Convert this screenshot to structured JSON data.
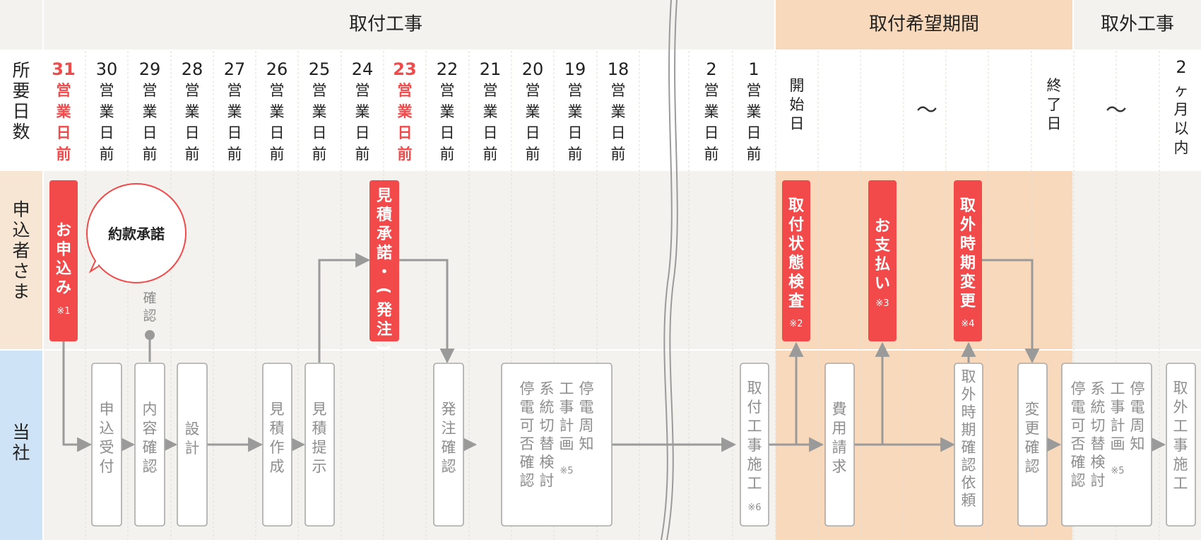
{
  "phases": {
    "install": "取付工事",
    "desired": "取付希望期間",
    "removal": "取外工事"
  },
  "rows": {
    "days": "所要日数",
    "customer": "申込者さま",
    "company": "当社"
  },
  "columns": [
    {
      "num": "31",
      "label": "営業日前",
      "highlight": true
    },
    {
      "num": "30",
      "label": "営業日前",
      "highlight": false
    },
    {
      "num": "29",
      "label": "営業日前",
      "highlight": false
    },
    {
      "num": "28",
      "label": "営業日前",
      "highlight": false
    },
    {
      "num": "27",
      "label": "営業日前",
      "highlight": false
    },
    {
      "num": "26",
      "label": "営業日前",
      "highlight": false
    },
    {
      "num": "25",
      "label": "営業日前",
      "highlight": false
    },
    {
      "num": "24",
      "label": "営業日前",
      "highlight": false
    },
    {
      "num": "23",
      "label": "営業日前",
      "highlight": true
    },
    {
      "num": "22",
      "label": "営業日前",
      "highlight": false
    },
    {
      "num": "21",
      "label": "営業日前",
      "highlight": false
    },
    {
      "num": "20",
      "label": "営業日前",
      "highlight": false
    },
    {
      "num": "19",
      "label": "営業日前",
      "highlight": false
    },
    {
      "num": "18",
      "label": "営業日前",
      "highlight": false
    },
    {
      "num": "2",
      "label": "営業日前",
      "highlight": false
    },
    {
      "num": "1",
      "label": "営業日前",
      "highlight": false
    }
  ],
  "period": {
    "start": "開始日",
    "tilde": "〜",
    "end": "終了日",
    "tilde2": "〜",
    "within_num": "2",
    "within_label": "ヶ月以内"
  },
  "customer_steps": {
    "apply": {
      "label": "お申込み",
      "note": "※1"
    },
    "terms": "約款承諾",
    "confirm": "確認",
    "estimate_ok": "見積承諾・(発注)",
    "inspection": {
      "label": "取付状態検査",
      "note": "※2"
    },
    "payment": {
      "label": "お支払い",
      "note": "※3"
    },
    "change": {
      "label": "取外時期変更",
      "note": "※4"
    }
  },
  "company_steps": {
    "receive": "申込受付",
    "content": "内容確認",
    "design": "設計",
    "est_make": "見積作成",
    "est_show": "見積提示",
    "order_check": "発注確認",
    "outage1": {
      "cols": [
        "停電周知",
        "工事計画",
        "系統切替検討",
        "停電可否確認"
      ],
      "note": "※5"
    },
    "install_work": {
      "label": "取付工事施工",
      "note": "※6"
    },
    "billing": "費用請求",
    "removal_req": "取外時期確認依頼",
    "change_check": "変更確認",
    "outage2": {
      "cols": [
        "停電周知",
        "工事計画",
        "系統切替検討",
        "停電可否確認"
      ],
      "note": "※5"
    },
    "removal_work": "取外工事施工"
  },
  "colors": {
    "red": "#f24a4a",
    "orange_band": "#f8d9bc",
    "customer_bg": "#f8e6d4",
    "company_bg": "#cfe3f7",
    "gray_bg": "#f3f2ee",
    "arrow": "#9a9a9a"
  }
}
